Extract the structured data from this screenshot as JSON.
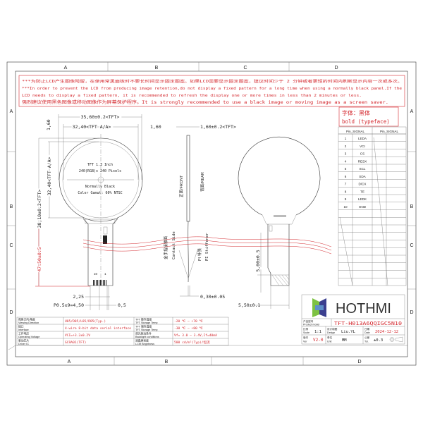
{
  "zones": {
    "top": [
      "A",
      "B",
      "C",
      "D"
    ],
    "side": [
      "A",
      "B",
      "C",
      "D"
    ],
    "bottom": [
      "A",
      "B",
      "D"
    ]
  },
  "warning": {
    "line1": "***为防止LCD产生图像残留，在使用常黑面板时不要长时间显示固定图案。如果LCD需要显示固定图案，建议时间少于 2 分钟或者更短的时间内刷新显示内容一次或多次。",
    "line2": "***In order to prevent the LCD from producing image retention,do not display a fixed pattern for a long time when using a normally black panel.If the",
    "line3": " LCD needs to display a fixed pattern, it is recommended to refresh the display one or more times in less than 2 minutes or less.",
    "line4": "强烈建议使用黑色图像或移动图像作为屏幕保护程序。It is strongly recommended to use a black image or moving image as a screen saver."
  },
  "typeface_note": {
    "line1": "字体：黑体",
    "line2": "bold (typeface)"
  },
  "pin_table": {
    "headers": [
      "Pin_SIGNAL",
      "Pin_SIGNAL"
    ],
    "rows": [
      {
        "pin": "1",
        "signal": "LEDA"
      },
      {
        "pin": "2",
        "signal": "VCI"
      },
      {
        "pin": "3",
        "signal": "CS"
      },
      {
        "pin": "4",
        "signal": "RESX"
      },
      {
        "pin": "5",
        "signal": "SCL"
      },
      {
        "pin": "6",
        "signal": "SDA"
      },
      {
        "pin": "7",
        "signal": "D/CX"
      },
      {
        "pin": "8",
        "signal": "TE"
      },
      {
        "pin": "9",
        "signal": "LEDK"
      },
      {
        "pin": "10",
        "signal": "GND"
      }
    ]
  },
  "front_view": {
    "line1": "TFT 1.3 Inch",
    "line2": "240(RGB)x 240 Pixels",
    "line3": "Normally Black",
    "line4": "Color Gamut: 60% NTSC",
    "pin_first": "1",
    "pin_last": "10"
  },
  "dimensions": {
    "outline_width": "35,60±0.2<TFT>",
    "aa_width": "32,40<TFT A/A>",
    "margin_right": "1,60",
    "margin_top": "1,60",
    "outline_height": "38,10±0.2<TFT>",
    "aa_height": "32,40<TFT A/A>",
    "total_length": "47.50±0.5",
    "pin_span": "2,25",
    "pitch": "P0.5x9=4,50",
    "pin_width": "0,5",
    "thickness": "1,60±0.2<TFT>",
    "fpc_thickness": "0,30±0.05",
    "stiffener_length": "5,00±0.5",
    "stiffener_width": "5,50±0.1"
  },
  "side_view": {
    "front": "正面/FRONT",
    "rear": "背面/REAR",
    "contact_cn": "金手指接触面",
    "contact_en": "Contact Side",
    "pi_cn": "PI 补强",
    "pi_en": "PI Stiffener"
  },
  "spec_table": [
    {
      "label_cn": "视角方向/角度",
      "label_en": "Viewing Direction",
      "value": "U85/D85/L85/R85(Typ.)"
    },
    {
      "label_cn": "接口",
      "label_en": "Interface",
      "value": "4-wire 8-bit data serial interface"
    },
    {
      "label_cn": "工作电压",
      "label_en": "Operating Voltage",
      "value": "VCI=+3.2±0.2V"
    },
    {
      "label_cn": "驱动芯片",
      "label_en": "Driver IC",
      "value": "GC9A01(TFT)"
    }
  ],
  "spec_table_right": [
    {
      "label_cn": "TFT 操作温度",
      "label_en": "TFT Storage Temp",
      "value": "-20 ℃ — +70 ℃"
    },
    {
      "label_cn": "TFT 储存温度",
      "label_en": "TFT Storage Temp",
      "value": "-30 ℃ — +80 ℃"
    },
    {
      "label_cn": "背光驱动条件",
      "label_en": "Backlight conditions",
      "value": "Vf= 3.0 — 3.4V,If=40mA"
    },
    {
      "label_cn": "液晶屏亮度",
      "label_en": "LCM Brightness",
      "value": "500 cd/m²(Typ)/恒流"
    }
  ],
  "title_block": {
    "brand": "HOTHMI",
    "model_label_cn": "产品型号",
    "model_label_en": "Product model",
    "model": "TFT-H013A6QQIGC5N10",
    "scale_label_cn": "比例",
    "scale_label_en": "Scale",
    "scale": "1:1",
    "design_label_cn": "设计制图",
    "design_label_en": "Design",
    "designer": "Liu.YL",
    "date_label_cn": "日期",
    "date_label_en": "Date",
    "date": "2024-12-12",
    "ver_label_cn": "版本",
    "ver_label_en": "Ver",
    "version": "V2-0",
    "unit_label_cn": "单位",
    "unit_label_en": "Unit",
    "unit": "MM",
    "tol_label_cn": "公差",
    "tol_label_en": "Tol.",
    "tolerance": "±0.3",
    "logo_colors": [
      "#7dc242",
      "#3b3f8f"
    ]
  },
  "colors": {
    "accent": "#d4292f",
    "line": "#333333"
  }
}
